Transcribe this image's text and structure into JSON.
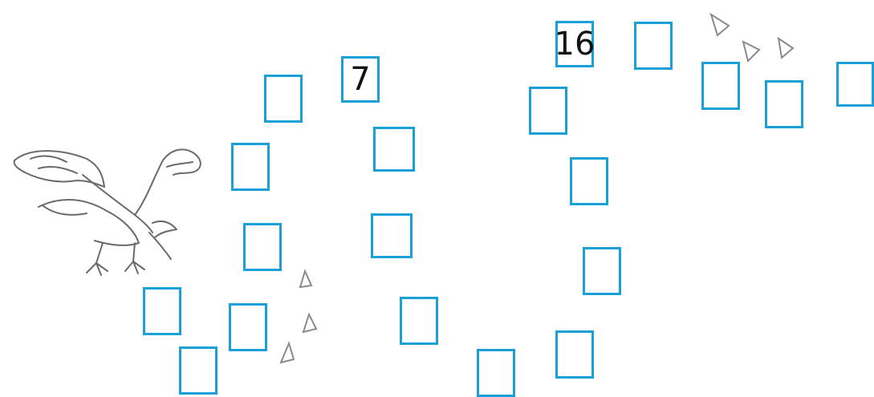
{
  "puzzle": {
    "given_numbers": [
      "7",
      "16"
    ],
    "box_color": "#1a9fd6",
    "illustration": "bird-drawing",
    "footprint_icon": "bird-footprint-icon"
  }
}
